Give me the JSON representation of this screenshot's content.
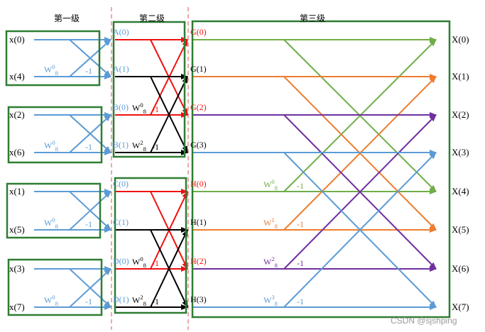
{
  "stages": [
    "第一级",
    "第二级",
    "第三级"
  ],
  "inputs": [
    "x(0)",
    "x(4)",
    "x(2)",
    "x(6)",
    "x(1)",
    "x(5)",
    "x(3)",
    "x(7)"
  ],
  "stage2_labels": [
    "A(0)",
    "A(1)",
    "B(0)",
    "B(1)",
    "C(0)",
    "C(1)",
    "D(0)",
    "D(1)"
  ],
  "stage3_labels": [
    "G(0)",
    "G(1)",
    "G(2)",
    "G(3)",
    "H(0)",
    "H(1)",
    "H(2)",
    "H(3)"
  ],
  "outputs": [
    "X(0)",
    "X(1)",
    "X(2)",
    "X(3)",
    "X(4)",
    "X(5)",
    "X(6)",
    "X(7)"
  ],
  "stage1_twiddles": [
    "W08",
    "W08",
    "W08",
    "W08"
  ],
  "stage2_twiddles": [
    "W08",
    "W28",
    "W08",
    "W28"
  ],
  "stage3_twiddles": [
    "W08",
    "W18",
    "W28",
    "W38"
  ],
  "minus_one": "-1",
  "watermark": "CSDN @sjshping",
  "colors": {
    "blue": "#5b9bd5",
    "red": "#ee1111",
    "black": "#000000",
    "green": "#70ad47",
    "orange": "#ed7d31",
    "purple": "#7030a0",
    "box": "#2e7d32",
    "divider": "#e05050"
  }
}
